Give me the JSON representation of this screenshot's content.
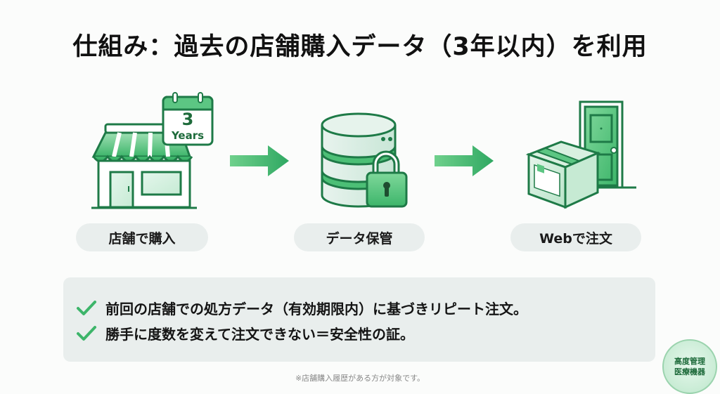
{
  "title": "仕組み：過去の店舗購入データ（3年以内）を利用",
  "steps": [
    {
      "label": "店舗で購入",
      "icon": "storefront-icon",
      "calendar_number": "3",
      "calendar_unit": "Years"
    },
    {
      "label": "データ保管",
      "icon": "database-lock-icon"
    },
    {
      "label": "Webで注文",
      "icon": "package-door-icon"
    }
  ],
  "arrows": [
    "arrow-right-icon",
    "arrow-right-icon"
  ],
  "bullets": [
    "前回の店舗での処方データ（有効期限内）に基づきリピート注文。",
    "勝手に度数を変えて注文できない＝安全性の証。"
  ],
  "footnote": "※店舗購入履歴がある方が対象です。",
  "badge": {
    "line1": "高度管理",
    "line2": "医療機器"
  },
  "colors": {
    "accent": "#2fa862",
    "accent_light": "#6fd08c",
    "dark_green": "#1e7a47",
    "pill_bg": "#e9eeed"
  }
}
